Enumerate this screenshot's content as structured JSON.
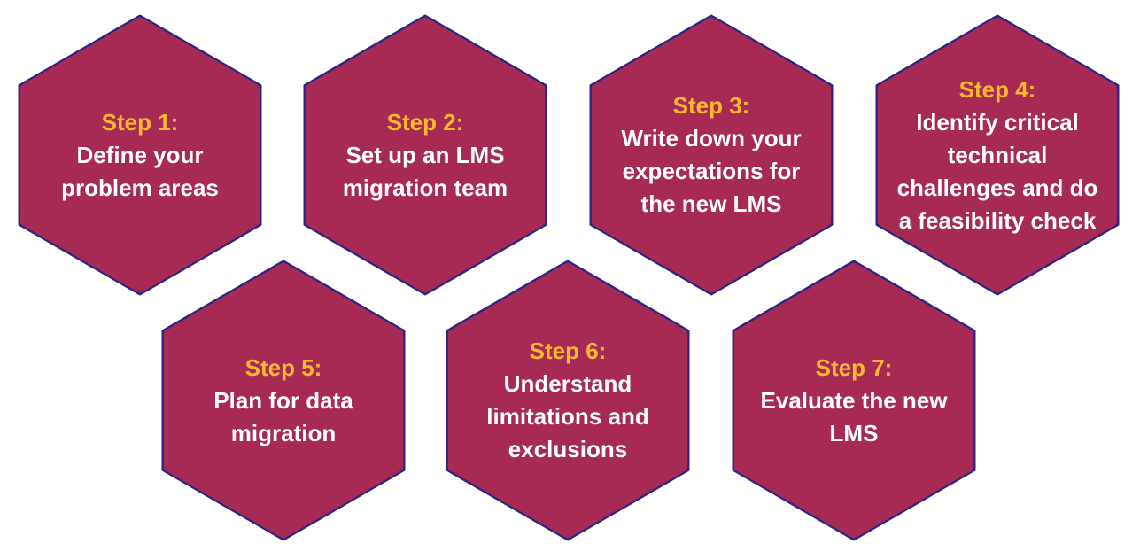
{
  "colors": {
    "hex_fill": "#a72a55",
    "hex_outline": "#2b2484",
    "step_label": "#f5b82e",
    "description_text": "#ffffff",
    "background": "#ffffff"
  },
  "steps": [
    {
      "label": "Step 1:",
      "lines": [
        "Define your",
        "problem areas"
      ]
    },
    {
      "label": "Step 2:",
      "lines": [
        "Set up an LMS",
        "migration team"
      ]
    },
    {
      "label": "Step 3:",
      "lines": [
        "Write down your",
        "expectations for",
        "the new LMS"
      ]
    },
    {
      "label": "Step 4:",
      "lines": [
        "Identify critical",
        "technical",
        "challenges and do",
        "a feasibility check"
      ]
    },
    {
      "label": "Step 5:",
      "lines": [
        "Plan for data",
        "migration"
      ]
    },
    {
      "label": "Step 6:",
      "lines": [
        "Understand",
        "limitations and",
        "exclusions"
      ]
    },
    {
      "label": "Step 7:",
      "lines": [
        "Evaluate the new",
        "LMS"
      ]
    }
  ]
}
